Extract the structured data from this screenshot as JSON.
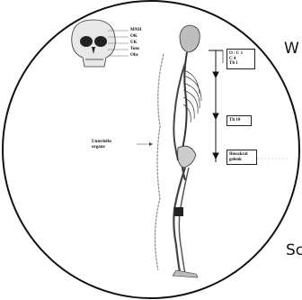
{
  "edge_text": {
    "right_top": "W",
    "right_bottom": "Sc"
  },
  "skull_labels": [
    "MNH",
    "OK",
    "UK",
    "Tons",
    "Ohr"
  ],
  "organ_label": [
    "Unterleibs",
    "organe"
  ],
  "spine_boxes": [
    {
      "lines": [
        "O / C 1",
        "C 4",
        "Th 1"
      ]
    },
    {
      "lines": [
        "Th 10"
      ]
    },
    {
      "lines": [
        "Iliosakral",
        "gelenk"
      ]
    }
  ],
  "colors": {
    "lens_border": "#111111",
    "ink": "#111111",
    "bone": "#c8c8c8"
  },
  "icons": [
    "skull-icon",
    "skeleton-figure-icon",
    "spine-arrow-icon"
  ]
}
